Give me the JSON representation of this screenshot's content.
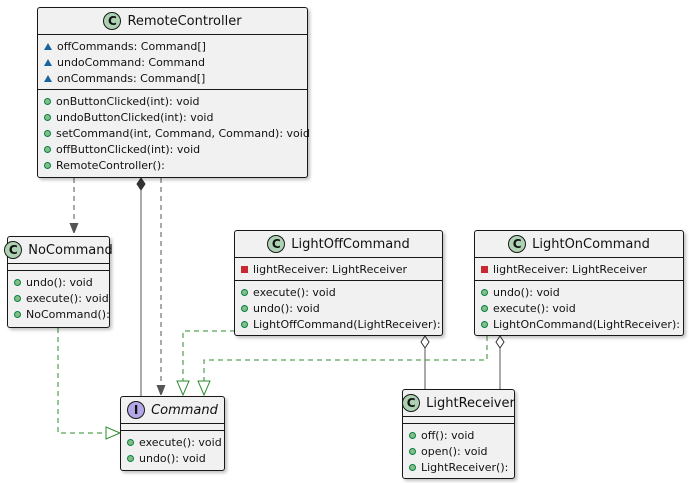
{
  "classes": {
    "remote": {
      "name": "RemoteController",
      "badge": "C",
      "fields": [
        {
          "vis": "package",
          "text": "offCommands: Command[]"
        },
        {
          "vis": "package",
          "text": "undoCommand: Command"
        },
        {
          "vis": "package",
          "text": "onCommands: Command[]"
        }
      ],
      "methods": [
        {
          "vis": "public",
          "text": "onButtonClicked(int): void"
        },
        {
          "vis": "public",
          "text": "undoButtonClicked(int): void"
        },
        {
          "vis": "public",
          "text": "setCommand(int, Command, Command): void"
        },
        {
          "vis": "public",
          "text": "offButtonClicked(int): void"
        },
        {
          "vis": "public",
          "text": "RemoteController():"
        }
      ]
    },
    "nocommand": {
      "name": "NoCommand",
      "badge": "C",
      "fields": [],
      "methods": [
        {
          "vis": "public",
          "text": "undo(): void"
        },
        {
          "vis": "public",
          "text": "execute(): void"
        },
        {
          "vis": "public",
          "text": "NoCommand():"
        }
      ]
    },
    "lightoff": {
      "name": "LightOffCommand",
      "badge": "C",
      "fields": [
        {
          "vis": "private",
          "text": "lightReceiver: LightReceiver"
        }
      ],
      "methods": [
        {
          "vis": "public",
          "text": "execute(): void"
        },
        {
          "vis": "public",
          "text": "undo(): void"
        },
        {
          "vis": "public",
          "text": "LightOffCommand(LightReceiver):"
        }
      ]
    },
    "lighton": {
      "name": "LightOnCommand",
      "badge": "C",
      "fields": [
        {
          "vis": "private",
          "text": "lightReceiver: LightReceiver"
        }
      ],
      "methods": [
        {
          "vis": "public",
          "text": "undo(): void"
        },
        {
          "vis": "public",
          "text": "execute(): void"
        },
        {
          "vis": "public",
          "text": "LightOnCommand(LightReceiver):"
        }
      ]
    },
    "command": {
      "name": "Command",
      "badge": "I",
      "fields": [],
      "methods": [
        {
          "vis": "public",
          "text": "execute(): void"
        },
        {
          "vis": "public",
          "text": "undo(): void"
        }
      ]
    },
    "receiver": {
      "name": "LightReceiver",
      "badge": "C",
      "fields": [],
      "methods": [
        {
          "vis": "public",
          "text": "off(): void"
        },
        {
          "vis": "public",
          "text": "open(): void"
        },
        {
          "vis": "public",
          "text": "LightReceiver():"
        }
      ]
    }
  },
  "colors": {
    "class_badge": "#add1b2",
    "interface_badge": "#b4a7e5",
    "realization_edge": "#2e8b2e",
    "dependency_edge": "#555555"
  }
}
